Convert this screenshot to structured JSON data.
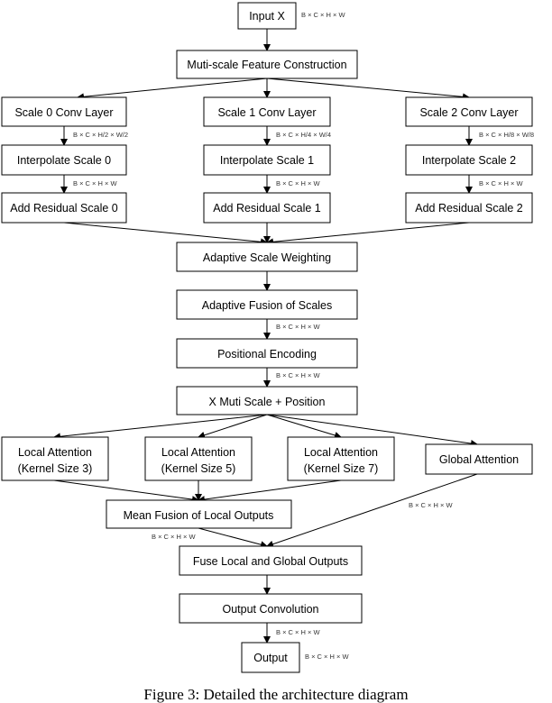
{
  "nodes": {
    "input": "Input X",
    "msfc": "Muti-scale Feature Construction",
    "s0conv": "Scale 0 Conv Layer",
    "s1conv": "Scale 1 Conv Layer",
    "s2conv": "Scale 2 Conv Layer",
    "s0interp": "Interpolate Scale 0",
    "s1interp": "Interpolate Scale 1",
    "s2interp": "Interpolate Scale 2",
    "s0res": "Add Residual Scale 0",
    "s1res": "Add Residual Scale 1",
    "s2res": "Add Residual Scale 2",
    "asw": "Adaptive Scale Weighting",
    "afs": "Adaptive Fusion of Scales",
    "pe": "Positional Encoding",
    "xms": "X  Muti  Scale + Position",
    "la3_l1": "Local Attention",
    "la3_l2": "(Kernel Size 3)",
    "la5_l1": "Local Attention",
    "la5_l2": "(Kernel Size 5)",
    "la7_l1": "Local Attention",
    "la7_l2": "(Kernel Size 7)",
    "ga": "Global Attention",
    "mean": "Mean Fusion of Local Outputs",
    "fuse": "Fuse Local and Global Outputs",
    "oconv": "Output Convolution",
    "output": "Output"
  },
  "dims": {
    "input": "B × C × H × W",
    "s0conv": "B × C × H/2 × W/2",
    "s1conv": "B × C × H/4 × W/4",
    "s2conv": "B × C × H/8 × W/8",
    "s0interp": "B × C × H × W",
    "s1interp": "B × C × H × W",
    "s2interp": "B × C × H × W",
    "afs": "B × C × H × W",
    "pe": "B × C × H × W",
    "ga": "B × C × H × W",
    "mean": "B × C × H × W",
    "oconv": "B × C × H × W",
    "output": "B × C × H × W"
  },
  "caption": "Figure 3: Detailed the architecture diagram"
}
